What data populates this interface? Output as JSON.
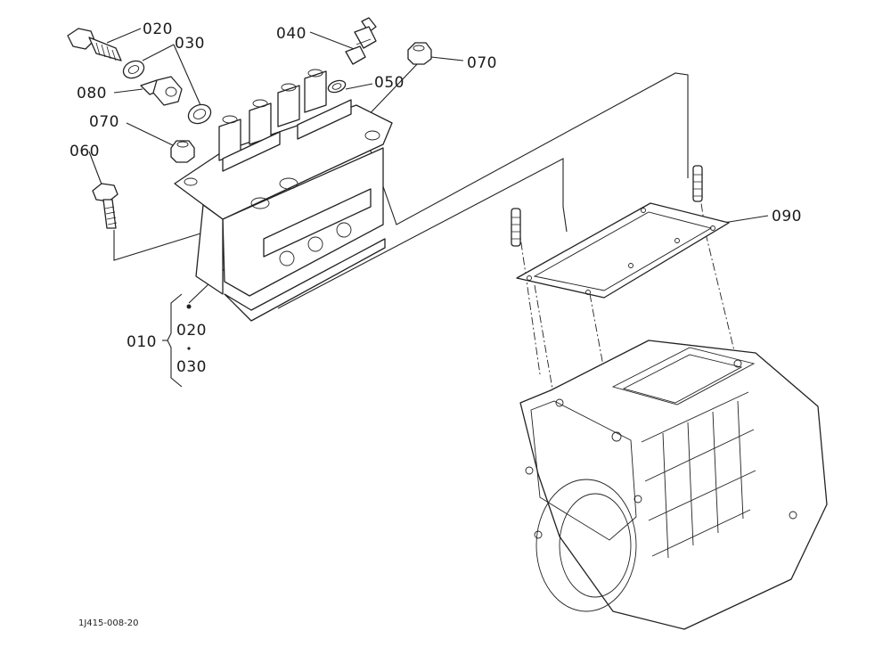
{
  "callouts": {
    "c020_top": "020",
    "c030_top": "030",
    "c040": "040",
    "c070_right": "070",
    "c080": "080",
    "c050": "050",
    "c070_left": "070",
    "c060": "060",
    "c090": "090",
    "c010": "010",
    "c010_sub_020": "020",
    "c010_sub_030": "030"
  },
  "figure_id": "1J415-008-20"
}
